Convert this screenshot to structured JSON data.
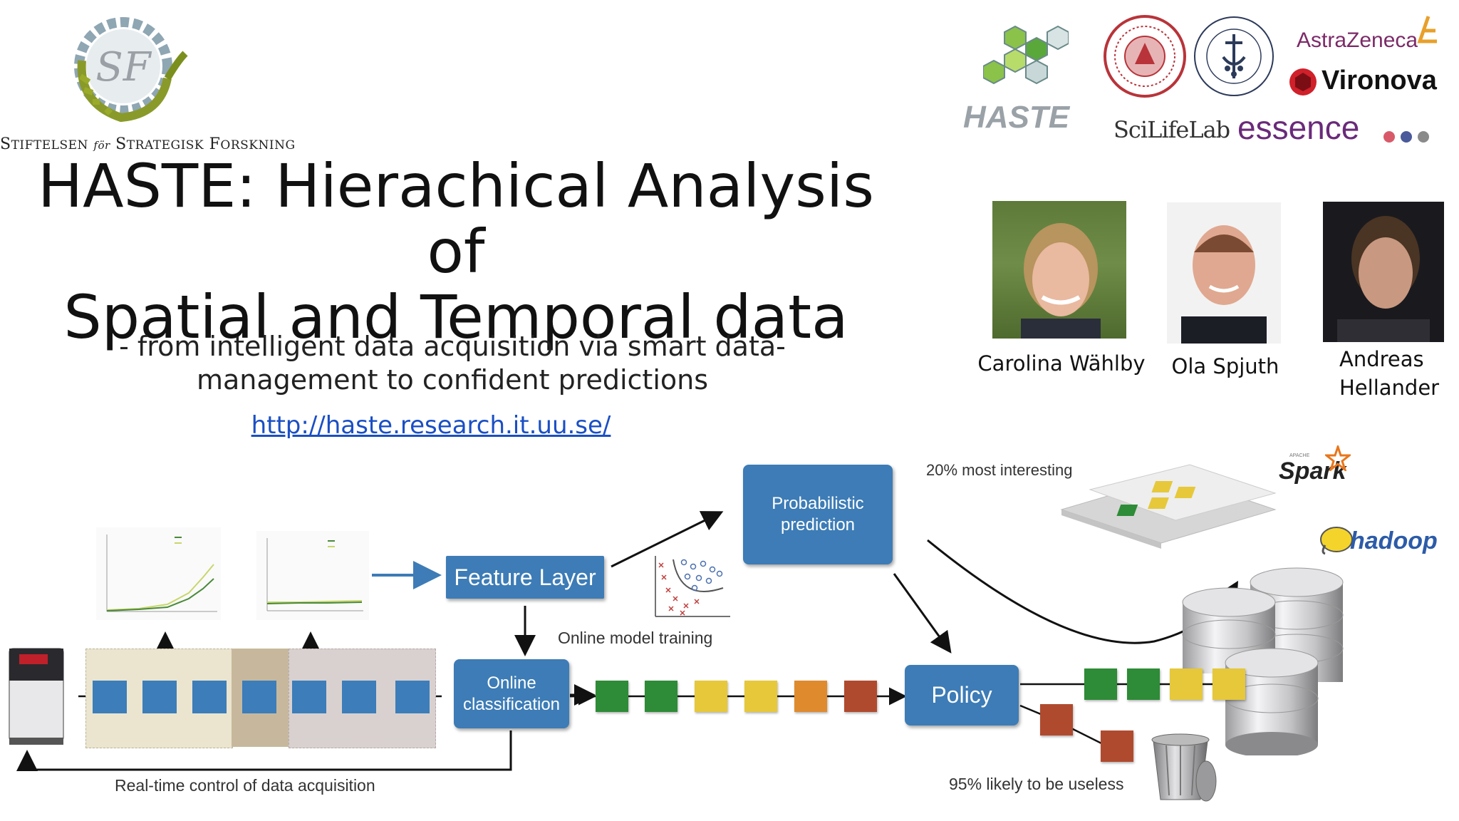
{
  "header": {
    "sff_name_parts": [
      "S",
      "TIFTELSEN",
      "för",
      "S",
      "TRATEGISK",
      "F",
      "ORSKNING"
    ],
    "title_line1": "HASTE: Hierachical Analysis of",
    "title_line2": "Spatial and Temporal data",
    "subtitle_line1": "- from intelligent data acquisition via smart data-",
    "subtitle_line2": "management to confident predictions",
    "url": "http://haste.research.it.uu.se/"
  },
  "logos": {
    "haste": "HASTE",
    "astrazeneca": "AstraZeneca",
    "vironova": "Vironova",
    "scilifelab": "SciLifeLab",
    "essence": "essence",
    "spark": "Spark",
    "spark_small": "APACHE",
    "hadoop": "hadoop"
  },
  "people": [
    {
      "name_line1": "Carolina Wählby",
      "name_line2": ""
    },
    {
      "name_line1": "Ola Spjuth",
      "name_line2": ""
    },
    {
      "name_line1": "Andreas",
      "name_line2": "Hellander"
    }
  ],
  "diagram": {
    "feature_layer": "Feature Layer",
    "online_classification_line1": "Online",
    "online_classification_line2": "classification",
    "probabilistic_line1": "Probabilistic",
    "probabilistic_line2": "prediction",
    "policy": "Policy",
    "online_model_training": "Online model training",
    "realtime_control": "Real-time control of data acquisition",
    "most_interesting": "20% most interesting",
    "likely_useless": "95% likely to be useless"
  },
  "colors": {
    "box_blue": "#3d7cb6",
    "green": "#2e8b37",
    "yellow": "#e6c83a",
    "orange": "#e08a2e",
    "red": "#b04a2e",
    "link": "#1a4fc4"
  },
  "icons": [
    "sff-gear-logo",
    "haste-hexagon-logo",
    "uppsala-seal",
    "stockholm-seal",
    "microscope-icon",
    "trash-can-icon",
    "database-icon",
    "scatter-plot-icon"
  ]
}
